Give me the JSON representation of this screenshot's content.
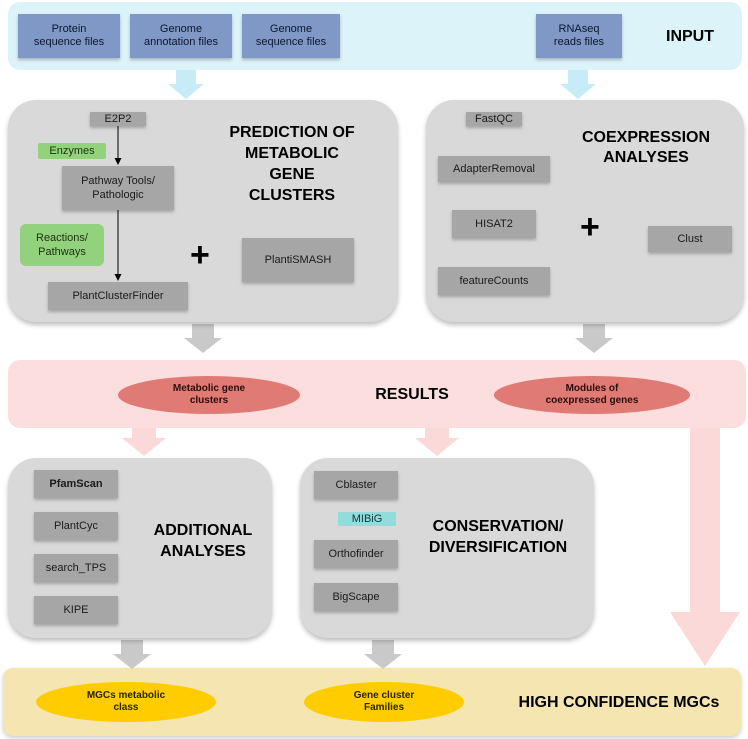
{
  "input": {
    "title": "INPUT",
    "files": [
      {
        "label": "Protein\nsequence files"
      },
      {
        "label": "Genome\nannotation files"
      },
      {
        "label": "Genome\nsequence files"
      },
      {
        "label": "RNAseq\nreads files"
      }
    ]
  },
  "prediction": {
    "title": "PREDICTION OF\nMETABOLIC\nGENE\nCLUSTERS",
    "e2p2": "E2P2",
    "enzymes": "Enzymes",
    "pathway_tools": "Pathway Tools/\nPathologic",
    "reactions": "Reactions/\nPathways",
    "plantclusterfinder": "PlantClusterFinder",
    "plantismash": "PlantiSMASH",
    "plus": "+"
  },
  "coexpression": {
    "title": "COEXPRESSION\nANALYSES",
    "fastqc": "FastQC",
    "adapterremoval": "AdapterRemoval",
    "hisat2": "HISAT2",
    "featurecounts": "featureCounts",
    "clust": "Clust",
    "plus": "+"
  },
  "results": {
    "title": "RESULTS",
    "mgc": "Metabolic gene\nclusters",
    "modules": "Modules of\ncoexpressed genes"
  },
  "additional": {
    "title": "ADDITIONAL\nANALYSES",
    "tools": [
      "PfamScan",
      "PlantCyc",
      "search_TPS",
      "KIPE"
    ]
  },
  "conservation": {
    "title": "CONSERVATION/\nDIVERSIFICATION",
    "cblaster": "Cblaster",
    "mibig": "MIBiG",
    "orthofinder": "Orthofinder",
    "bigscape": "BigScape"
  },
  "high_confidence": {
    "title": "HIGH CONFIDENCE MGCs",
    "mgcs_class": "MGCs metabolic\nclass",
    "families": "Gene cluster\nFamilies"
  },
  "colors": {
    "input_band": "#dcf3fa",
    "results_band": "#fbdedd",
    "high_conf_band": "#f4e5b1",
    "panel": "#d9d9d9",
    "input_box": "#7f98c5",
    "tool_box": "#a6a6a6",
    "green_box": "#93d27c",
    "cyan_box": "#93dcdc",
    "ellipse_red": "#e07a74",
    "ellipse_yellow": "#ffcc00",
    "big_arrow": "#fbd9d9"
  }
}
